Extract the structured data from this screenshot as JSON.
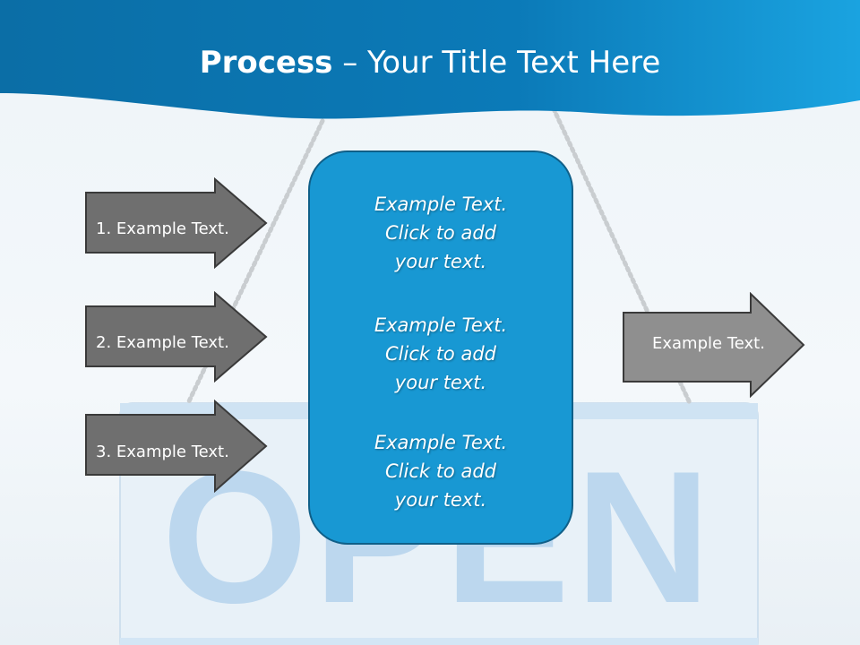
{
  "title": {
    "bold": "Process",
    "rest": " – Your Title Text Here"
  },
  "background_sign_text": "OPEN",
  "left_arrows": [
    {
      "label": "1. Example Text."
    },
    {
      "label": "2. Example Text."
    },
    {
      "label": "3. Example Text."
    }
  ],
  "center_box": {
    "paragraphs": [
      {
        "lines": [
          "Example Text.",
          "Click  to add",
          "your text."
        ]
      },
      {
        "lines": [
          "Example Text.",
          "Click  to add",
          "your text."
        ]
      },
      {
        "lines": [
          "Example Text.",
          "Click  to add",
          "your text."
        ]
      }
    ]
  },
  "right_arrow": {
    "label": "Example Text."
  },
  "colors": {
    "header_blue": "#0d6fa6",
    "box_blue": "#1898d3",
    "left_arrow_fill": "#6f6f6f",
    "right_arrow_fill": "#8f8f8f"
  }
}
